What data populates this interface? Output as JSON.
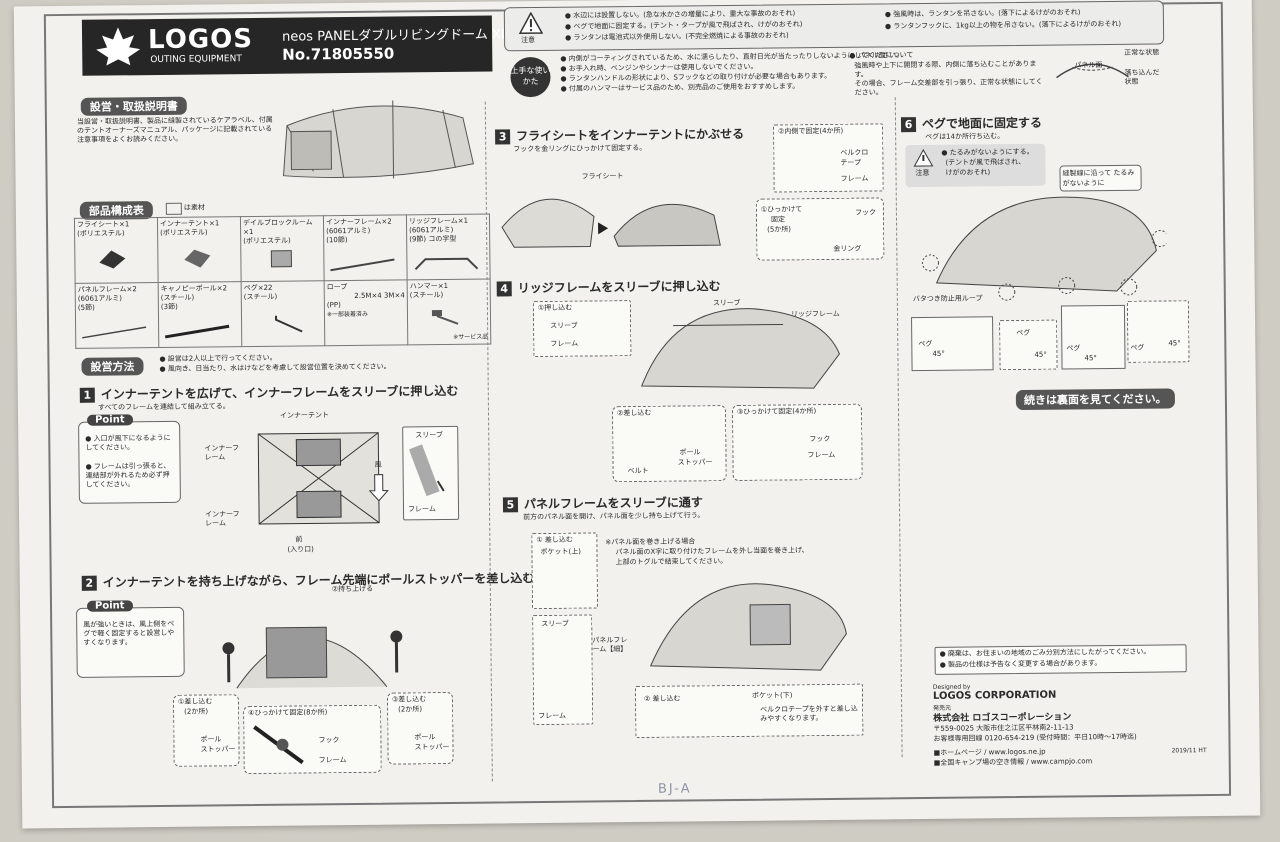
{
  "header": {
    "logo_text": "LOGOS",
    "logo_sub": "OUTING EQUIPMENT",
    "product": "neos PANELダブルリビングドーム XL-BJ",
    "number": "No.71805550"
  },
  "caution": {
    "label": "注意",
    "lines": [
      "● 水辺には設置しない。(急な水かさの増量により、重大な事故のおそれ)",
      "● ベグで地面に固定する。(テント・タープが風で飛ばされ、けがのおそれ)",
      "● ランタンは電池式以外使用しない。(不完全燃焼による事故のおそれ)"
    ],
    "right_lines": [
      "● 強風時は、ランタンを吊さない。(落下によるけがのおそれ)",
      "● ランタンフックに、1kg以上の物を吊さない。(落下によるけがのおそれ)"
    ]
  },
  "tips": {
    "badge": "上手な使いかた",
    "lines": [
      "● 内側がコーティングされているため、水に濡らしたり、直射日光が当たったりしないようにしてください。",
      "● お手入れ時、ベンジンやシンナーは使用しないでください。",
      "● ランタンハンドルの形状により、Sフックなどの取り付けが必要な場合もあります。",
      "● 付属のハンマーはサービス品のため、別売品のご使用をおすすめします。"
    ],
    "panel_lines": [
      "● パネル面について",
      "強風時や上下に開閉する際、内側に落ち込むことがあります。",
      "その場合、フレーム交差部を引っ張り、正常な状態にしてください。"
    ],
    "panel_label": "パネル面",
    "normal": "正常な状態",
    "fallen": "落ち込んだ状態"
  },
  "setup": {
    "title": "設営・取扱説明書",
    "text": "当設営・取扱説明書、製品に縫製されているケアラベル、付属のテントオーナーズマニュアル、パッケージに記載されている注意事項をよくお読みください。"
  },
  "parts": {
    "title": "部品構成表",
    "note": "は素材",
    "row1": [
      {
        "name": "フライシート×1",
        "mat": "(ポリエステル)"
      },
      {
        "name": "インナーテント×1",
        "mat": "(ポリエステル)"
      },
      {
        "name": "デイルブロックルーム×1",
        "mat": "(ポリエステル)"
      },
      {
        "name": "インナーフレーム×2",
        "mat": "(6061アルミ)",
        "sub": "(10節)"
      },
      {
        "name": "リッジフレーム×1",
        "mat": "(6061アルミ)",
        "sub": "(9節) コの字型"
      }
    ],
    "row2": [
      {
        "name": "パネルフレーム×2",
        "mat": "(6061アルミ)",
        "sub": "(5節)"
      },
      {
        "name": "キャノピーポール×2",
        "mat": "(スチール)",
        "sub": "(3節)"
      },
      {
        "name": "ペグ×22",
        "mat": "(スチール)"
      },
      {
        "name": "ロープ",
        "mat": "(PP)",
        "extra": "2.5M×4 3M×4",
        "sub": "※一部装着済み"
      },
      {
        "name": "ハンマー×1",
        "mat": "(スチール)",
        "sub": "※サービス品"
      }
    ]
  },
  "method": {
    "title": "設営方法",
    "lines": [
      "● 設営は2人以上で行ってください。",
      "● 風向き、日当たり、水はけなどを考慮して設営位置を決めてください。"
    ]
  },
  "step1": {
    "num": "1",
    "title": "インナーテントを広げて、インナーフレームをスリーブに押し込む",
    "sub": "すべてのフレームを連結して組み立てる。",
    "point_label": "Point",
    "point_lines": [
      "● 入口が風下になるようにしてください。",
      "● フレームは引っ張ると、連結部が外れるため必ず押してください。"
    ],
    "labels": {
      "inner_tent": "インナーテント",
      "inner_frame": "インナーフレーム",
      "inner_frame2": "インナーフレーム",
      "wind": "風",
      "front": "前",
      "entrance": "(入り口)",
      "sleeve": "スリーブ",
      "frame": "フレーム"
    }
  },
  "step2": {
    "num": "2",
    "title": "インナーテントを持ち上げながら、フレーム先端にポールストッパーを差し込む",
    "point_label": "Point",
    "point_lines": [
      "風が強いときは、風上側をペグで軽く固定すると設営しやすくなります。"
    ],
    "lift": "②持ち上げる",
    "c1": "①差し込む",
    "c1b": "(2か所)",
    "pole": "ポール",
    "stopper": "ストッパー",
    "c4": "④ひっかけて固定(8か所)",
    "hook": "フック",
    "frame": "フレーム",
    "c3": "③差し込む",
    "c3b": "(2か所)"
  },
  "step3": {
    "num": "3",
    "title": "フライシートをインナーテントにかぶせる",
    "sub": "フックを金リングにひっかけて固定する。",
    "flysheet": "フライシート",
    "c2": "②内側で固定(4か所)",
    "velcro": "ベルクロ",
    "tape": "テープ",
    "frame": "フレーム",
    "c1": "①ひっかけて",
    "c1b": "固定",
    "c1c": "(5か所)",
    "hook": "フック",
    "ring": "金リング"
  },
  "step4": {
    "num": "4",
    "title": "リッジフレームをスリーブに押し込む",
    "c1": "①押し込む",
    "sleeve": "スリーブ",
    "frame": "フレーム",
    "sleeve2": "スリーブ",
    "ridge": "リッジフレーム",
    "c2": "②差し込む",
    "belt": "ベルト",
    "pole": "ポール",
    "stopper": "ストッパー",
    "c3": "③ひっかけて固定(4か所)",
    "hook": "フック",
    "frame2": "フレーム"
  },
  "step5": {
    "num": "5",
    "title": "パネルフレームをスリーブに通す",
    "sub": "前方のパネル面を開け、パネル面を少し持ち上げて行う。",
    "c1": "① 差し込む",
    "pocket_up": "ポケット(上)",
    "note1": "※パネル面を巻き上げる場合",
    "note2": "パネル面のX字に取り付けたフレームを外し当面を巻き上げ、",
    "note3": "上部のトグルで結束してください。",
    "sleeve": "スリーブ",
    "panel_frame": "パネルフレーム【細】",
    "frame": "フレーム",
    "c2": "② 差し込む",
    "pocket_down": "ポケット(下)",
    "velcro_note": "ベルクロテープを外すと差し込みやすくなります。"
  },
  "step6": {
    "num": "6",
    "title": "ペグで地面に固定する",
    "sub": "ペグは14か所行ち込む。",
    "caution_label": "注意",
    "caution_lines": [
      "● たるみがないようにする。",
      "(テントが風で飛ばされ、",
      "けがのおそれ)"
    ],
    "seam": "縫製線に沿って たるみがないように",
    "loop": "バタつき防止用ループ",
    "peg": "ペグ",
    "angle": "45°",
    "continue": "続きは裏面を見てください。"
  },
  "footer": {
    "notes": [
      "● 廃棄は、お住まいの地域のごみ分別方法にしたがってください。",
      "● 製品の仕様は予告なく変更する場合があります。"
    ],
    "designed": "Designed by",
    "corp": "LOGOS CORPORATION",
    "seller": "発売元",
    "corp_jp": "株式会社 ロゴスコーポレーション",
    "address": "〒559-0025 大阪市住之江区平林南2-11-13",
    "phone": "お客様専用回線 0120-654-219 (受付時間：平日10時〜17時迄)",
    "web": "■ホームページ / www.logos.ne.jp",
    "camp": "■全国キャンプ場の空き情報 / www.campjo.com",
    "date": "2019/11 HT",
    "stamp": "BJ-A"
  }
}
